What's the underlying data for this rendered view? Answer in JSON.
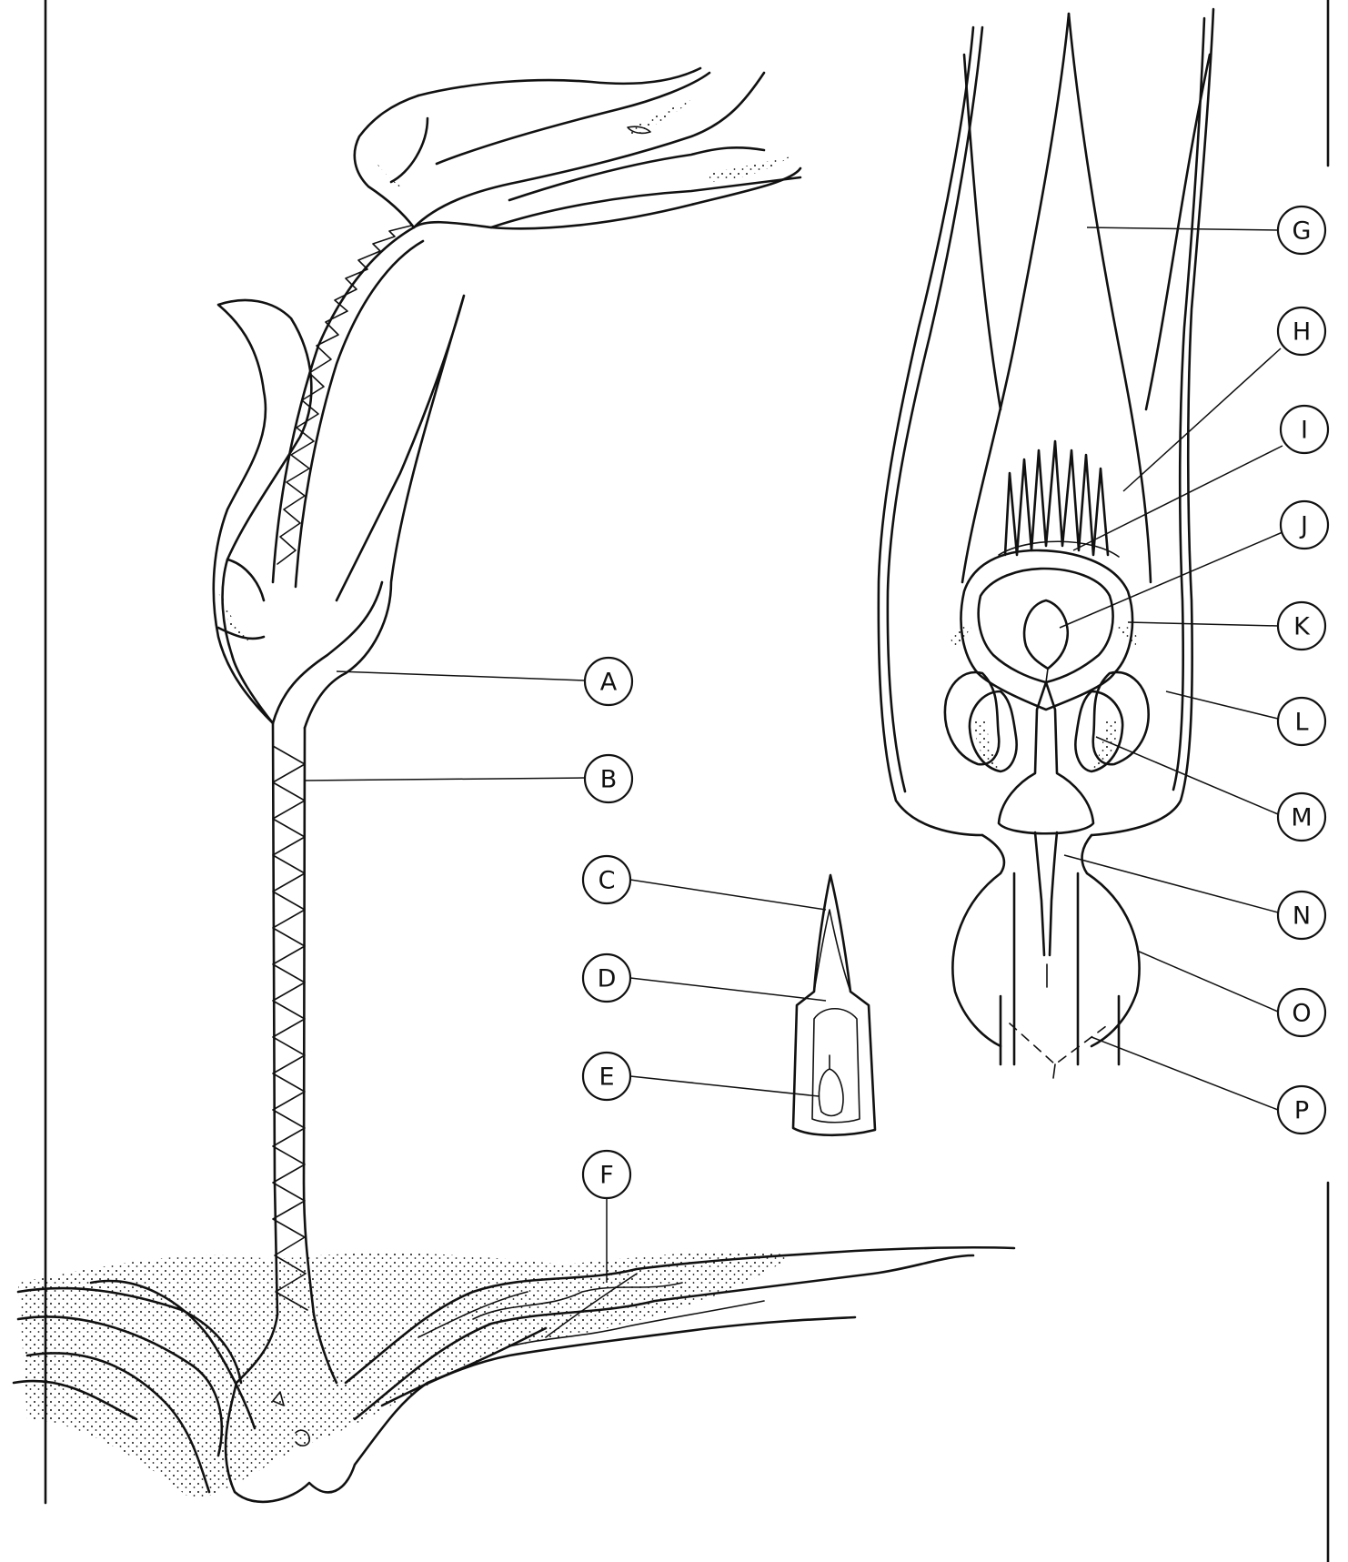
{
  "labels": [
    {
      "id": "A",
      "text": "A"
    },
    {
      "id": "B",
      "text": "B"
    },
    {
      "id": "C",
      "text": "C"
    },
    {
      "id": "D",
      "text": "D"
    },
    {
      "id": "E",
      "text": "E"
    },
    {
      "id": "F",
      "text": "F"
    },
    {
      "id": "G",
      "text": "G"
    },
    {
      "id": "H",
      "text": "H"
    },
    {
      "id": "I",
      "text": "I"
    },
    {
      "id": "J",
      "text": "J"
    },
    {
      "id": "K",
      "text": "K"
    },
    {
      "id": "L",
      "text": "L"
    },
    {
      "id": "M",
      "text": "M"
    },
    {
      "id": "N",
      "text": "N"
    },
    {
      "id": "O",
      "text": "O"
    },
    {
      "id": "P",
      "text": "P"
    }
  ]
}
